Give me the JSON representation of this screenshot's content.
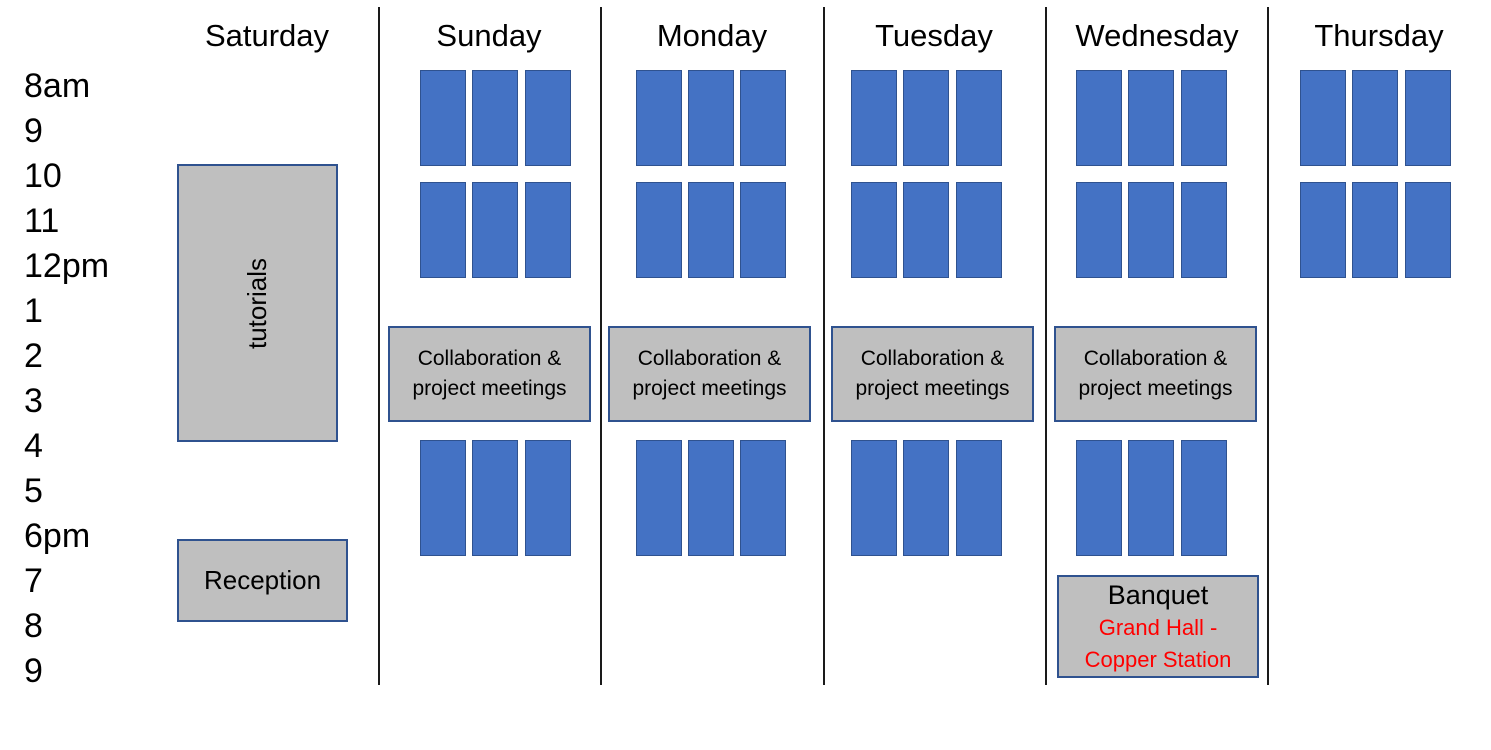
{
  "times": [
    "8am",
    "9",
    "10",
    "11",
    "12pm",
    "1",
    "2",
    "3",
    "4",
    "5",
    "6pm",
    "7",
    "8",
    "9"
  ],
  "days": [
    "Saturday",
    "Sunday",
    "Monday",
    "Tuesday",
    "Wednesday",
    "Thursday"
  ],
  "saturday": {
    "tutorials_label": "tutorials",
    "reception_label": "Reception"
  },
  "collab_label": "Collaboration & project meetings",
  "banquet": {
    "title": "Banquet",
    "location": "Grand Hall - Copper Station"
  },
  "colors": {
    "session_fill": "#4472c4",
    "session_border": "#2f528f",
    "gray_box": "#bfbfbf",
    "location_text": "#ff0000"
  }
}
